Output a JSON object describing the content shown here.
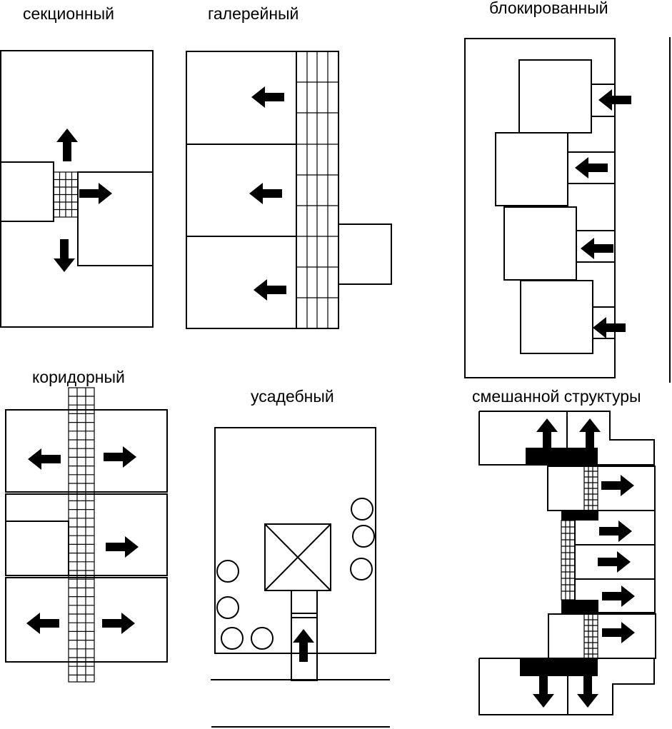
{
  "labels": {
    "sectional": "секционный",
    "gallery": "галерейный",
    "blocked": "блокированный",
    "corridor": "коридорный",
    "estate": "усадебный",
    "mixed": "смешанной структуры"
  },
  "colors": {
    "line": "#000000",
    "background": "#ffffff"
  }
}
